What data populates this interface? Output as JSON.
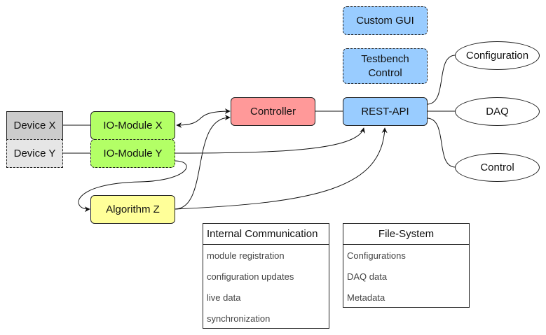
{
  "nodes": {
    "device_x": {
      "label": "Device X",
      "fill": "#cccccc"
    },
    "device_y": {
      "label": "Device Y",
      "fill": "#e6e6e6"
    },
    "io_module_x": {
      "label": "IO-Module X",
      "fill": "#b3ff66"
    },
    "io_module_y": {
      "label": "IO-Module Y",
      "fill": "#b3ff66"
    },
    "algorithm_z": {
      "label": "Algorithm Z",
      "fill": "#ffff99"
    },
    "controller": {
      "label": "Controller",
      "fill": "#ff9999"
    },
    "rest_api": {
      "label": "REST-API",
      "fill": "#99ccff"
    },
    "custom_gui": {
      "label": "Custom GUI",
      "fill": "#99ccff"
    },
    "testbench_control": {
      "label": "Testbench Control",
      "fill": "#99ccff"
    },
    "configuration": {
      "label": "Configuration"
    },
    "daq": {
      "label": "DAQ"
    },
    "control": {
      "label": "Control"
    }
  },
  "tables": {
    "internal_communication": {
      "title": "Internal Communication",
      "rows": [
        "module registration",
        "configuration updates",
        "live data",
        "synchronization"
      ]
    },
    "file_system": {
      "title": "File-System",
      "rows": [
        "Configurations",
        "DAQ data",
        "Metadata"
      ]
    }
  }
}
